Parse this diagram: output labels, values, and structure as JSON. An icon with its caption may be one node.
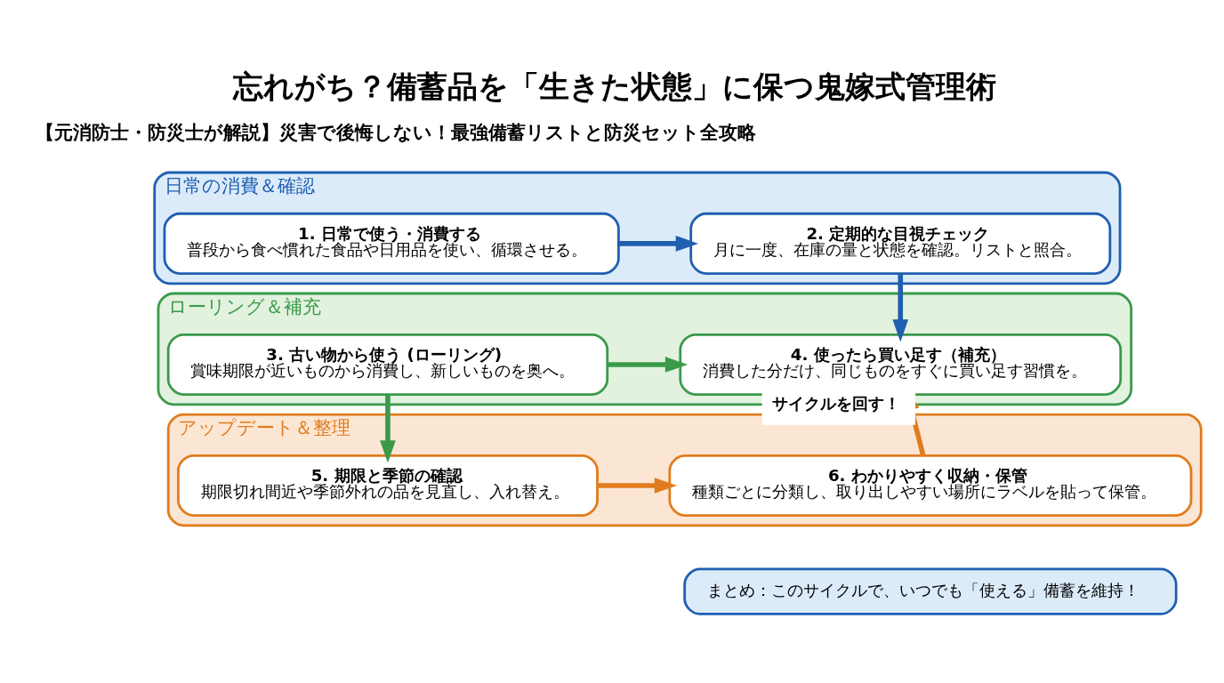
{
  "diagram": {
    "title": "忘れがち？備蓄品を「生きた状態」に保つ鬼嫁式管理術",
    "nodes": [
      {
        "text": [
          "日常の消費＆確認"
        ]
      },
      {
        "text": [
          "1. 日常で使う・消費する",
          "普段から食べ慣れた食品や日用品を使い、循環させる。"
        ],
        "in": 0
      },
      {
        "text": [
          "2. 定期的な目視チェック",
          "月に一度、在庫の量と状態を確認。リストと照合。"
        ],
        "in": 0
      },
      {
        "text": [
          "ローリング＆補充"
        ]
      },
      {
        "text": [
          "3. 古い物から使う (ローリング)",
          "賞味期限が近いものから消費し、新しいものを奥へ。"
        ],
        "in": 3
      },
      {
        "text": [
          "4. 使ったら買い足す（補充）",
          "消費した分だけ、同じものをすぐに買い足す習慣を。"
        ],
        "in": 3
      },
      {
        "text": [
          "アップデート＆整理"
        ]
      },
      {
        "text": [
          "5. 期限と季節の確認",
          "期限切れ間近や季節外れの品を見直し、入れ替え。"
        ],
        "in": 6
      },
      {
        "text": [
          "6. わかりやすく収納・保管",
          "種類ごとに分類し、取り出しやすい場所にラベルを貼って保管。"
        ],
        "in": 6
      },
      {
        "text": [
          "まとめ：このサイクルで、いつでも「使える」備蓄を維持！"
        ]
      }
    ],
    "edges": [
      {
        "from": 1,
        "to": 2,
        "arrow": "to",
        "color": "#1f5fb0"
      },
      {
        "from": 2,
        "to": 5,
        "arrow": "to",
        "color": "#1f5fb0"
      },
      {
        "from": 4,
        "to": 5,
        "arrow": "to",
        "color": "#3a9a4a"
      },
      {
        "from": 4,
        "to": 7,
        "arrow": "to",
        "color": "#3a9a4a"
      },
      {
        "from": 7,
        "to": 8,
        "arrow": "to",
        "color": "#e07c1e"
      },
      {
        "from": 8,
        "to": 5,
        "arrow": "to",
        "label": "サイクルを回す！",
        "color": "#e07c1e"
      }
    ],
    "labels": [
      "【元消防士・防災士が解説】災害で後悔しない！最強備蓄リストと防災セット全攻略"
    ]
  }
}
